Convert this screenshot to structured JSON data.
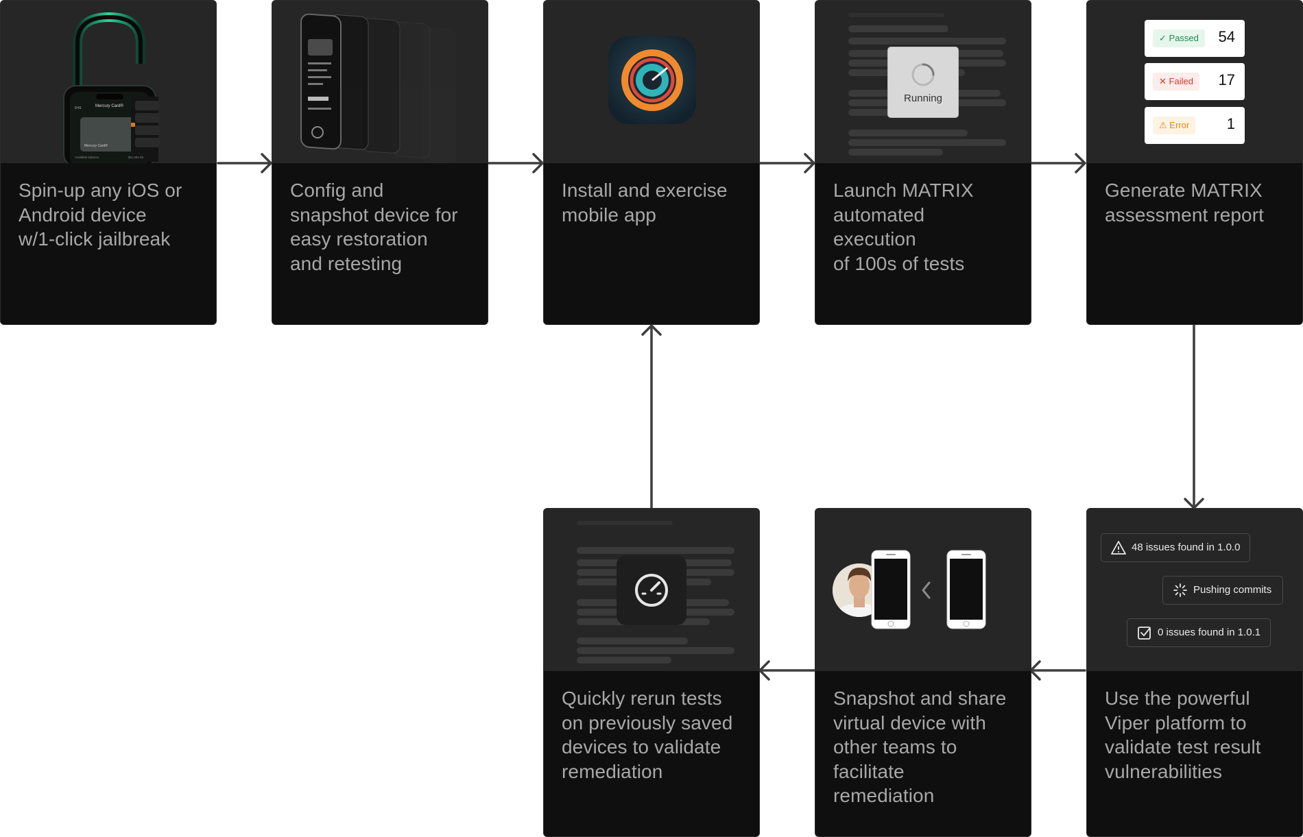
{
  "steps": [
    {
      "id": "spin-up",
      "lines": [
        "Spin-up any iOS or",
        "Android device",
        "w/1-click jailbreak"
      ],
      "phone": {
        "time": "9:41",
        "title": "Mercury Card®",
        "card_label": "Mercury Card®",
        "footer_left": "Available balance",
        "footer_right": "$11,284.56"
      }
    },
    {
      "id": "config-snapshot",
      "lines": [
        "Config and",
        "snapshot device for",
        "easy restoration",
        "and retesting"
      ]
    },
    {
      "id": "install-exercise",
      "lines": [
        "Install and exercise",
        "mobile app"
      ]
    },
    {
      "id": "launch-matrix",
      "lines": [
        "Launch MATRIX",
        "automated",
        "execution",
        "of 100s of tests"
      ],
      "status": "Running"
    },
    {
      "id": "generate-report",
      "lines": [
        "Generate MATRIX",
        "assessment report"
      ],
      "results": [
        {
          "label": "Passed",
          "icon": "check-icon",
          "count": "54",
          "color": "#1f8a4c",
          "bg": "#e6f6ec"
        },
        {
          "label": "Failed",
          "icon": "x-icon",
          "count": "17",
          "color": "#d43a2f",
          "bg": "#fdeceb"
        },
        {
          "label": "Error",
          "icon": "warning-icon",
          "count": "1",
          "color": "#d98a12",
          "bg": "#fdf3e3"
        }
      ]
    },
    {
      "id": "viper-validate",
      "lines": [
        "Use the powerful",
        "Viper platform to",
        "validate test result",
        "vulnerabilities"
      ],
      "pills": [
        "48 issues found in 1.0.0",
        "Pushing commits",
        "0 issues found in 1.0.1"
      ]
    },
    {
      "id": "share-device",
      "lines": [
        "Snapshot and share",
        "virtual device with",
        "other teams to",
        "facilitate",
        "remediation"
      ]
    },
    {
      "id": "rerun-tests",
      "lines": [
        "Quickly rerun tests",
        "on previously saved",
        "devices to validate",
        "remediation"
      ]
    }
  ],
  "colors": {
    "card_bg": "#0f0f0f",
    "card_top": "#262626",
    "text": "#a8a8a8",
    "arrow": "#3d3d3d"
  }
}
